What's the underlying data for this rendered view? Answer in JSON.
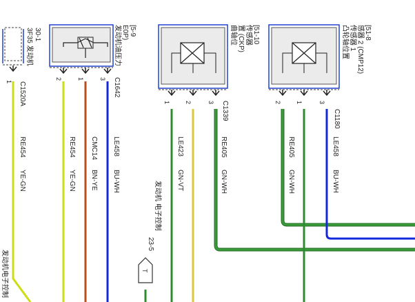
{
  "colors": {
    "yellow_green": "#cddc14",
    "brown": "#b4501e",
    "blue": "#1428dc",
    "green": "#2d8c2d",
    "violet_yellow": "#dcc83c",
    "green_white": "#3c9a3c",
    "frame_blue": "#2040d0",
    "box_gray": "#e8e8e8"
  },
  "components": {
    "c1": {
      "code": "30-1",
      "name": "3F35 发动机",
      "connector": "C1520A",
      "pins": [
        "1"
      ]
    },
    "c2": {
      "code": "E0P)",
      "extra": "[5-9",
      "name": "发动机油压力",
      "connector": "C1642",
      "pins": [
        "2",
        "1",
        "3"
      ]
    },
    "c3": {
      "code": "[51-10",
      "extra": "置 (CKP)",
      "name": "曲轴位",
      "sub": "传感器",
      "connector": "C1339",
      "pins": [
        "1",
        "2",
        "3"
      ]
    },
    "c4": {
      "code": "[51-8",
      "extra": "感器 2 (CMP12)",
      "name": "凸轮轴位置",
      "sub": "传感器 1",
      "connector": "C1180",
      "pins": [
        "2",
        "1",
        "3"
      ]
    }
  },
  "wires": [
    {
      "circuit": "RE454",
      "color": "YE-GN"
    },
    {
      "circuit": "RE454",
      "color": "YE-GN"
    },
    {
      "circuit": "CMC14",
      "color": "BN-YE"
    },
    {
      "circuit": "LE458",
      "color": "BU-WH"
    },
    {
      "circuit": "LE423",
      "color": "GN-VT"
    },
    {
      "circuit": "RE405",
      "color": "GN-WH"
    },
    {
      "circuit": "RE405",
      "color": "GN-WH"
    },
    {
      "circuit": "LE458",
      "color": "BU-WH"
    }
  ],
  "labels": {
    "left_vertical": "发动机电子控制",
    "ecm": "发动机 电子控制",
    "ecm_ref": "23-5",
    "ecm_pin": "T"
  }
}
